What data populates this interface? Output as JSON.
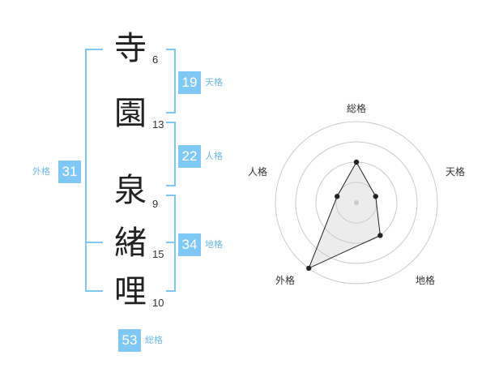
{
  "colors": {
    "accent": "#7fc8f5",
    "label": "#6db9ea"
  },
  "name_chars": [
    {
      "char": "寺",
      "strokes": "6"
    },
    {
      "char": "園",
      "strokes": "13"
    },
    {
      "char": "泉",
      "strokes": "9"
    },
    {
      "char": "緒",
      "strokes": "15"
    },
    {
      "char": "哩",
      "strokes": "10"
    }
  ],
  "fortunes": {
    "tenkaku": {
      "value": "19",
      "label": "天格"
    },
    "jinkaku": {
      "value": "22",
      "label": "人格"
    },
    "chikaku": {
      "value": "34",
      "label": "地格"
    },
    "gaikaku": {
      "value": "31",
      "label": "外格"
    },
    "soukaku": {
      "value": "53",
      "label": "総格"
    }
  },
  "chart_data": {
    "type": "radar",
    "axes": [
      "総格",
      "天格",
      "地格",
      "外格",
      "人格"
    ],
    "values": [
      2,
      1,
      2,
      4,
      1
    ],
    "max": 4,
    "rings": 4
  }
}
